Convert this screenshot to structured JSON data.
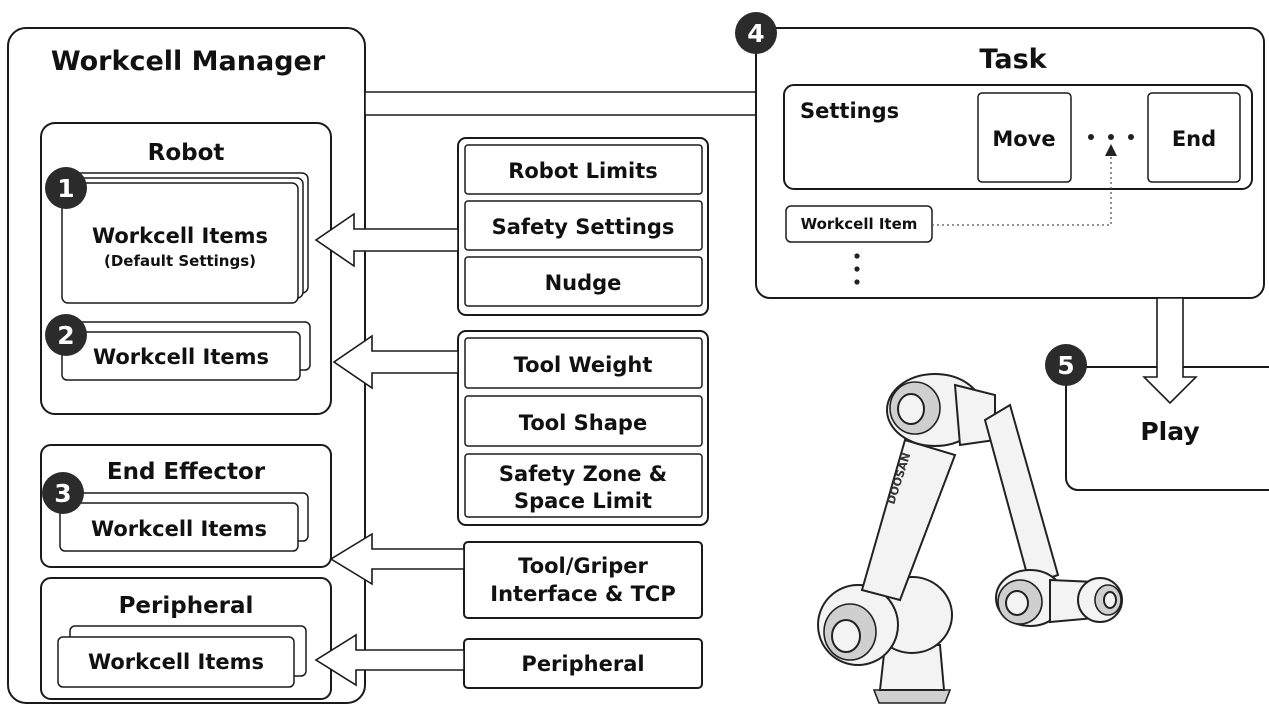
{
  "workcell_manager": {
    "title": "Workcell Manager",
    "robot_group": {
      "title": "Robot",
      "item1": {
        "badge": "1",
        "label": "Workcell Items",
        "sublabel": "(Default Settings)"
      },
      "item2": {
        "badge": "2",
        "label": "Workcell Items"
      }
    },
    "end_effector_group": {
      "title": "End Effector",
      "badge": "3",
      "label": "Workcell Items"
    },
    "peripheral_group": {
      "title": "Peripheral",
      "label": "Workcell Items"
    }
  },
  "settings_stack_1": [
    "Robot Limits",
    "Safety Settings",
    "Nudge"
  ],
  "settings_stack_2": [
    "Tool Weight",
    "Tool Shape",
    "Safety Zone &",
    "Space Limit"
  ],
  "tool_interface": [
    "Tool/Griper",
    "Interface & TCP"
  ],
  "peripheral_box": "Peripheral",
  "task": {
    "badge": "4",
    "title": "Task",
    "settings_label": "Settings",
    "move_label": "Move",
    "end_label": "End",
    "workcell_item_label": "Workcell Item"
  },
  "play": {
    "badge": "5",
    "label": "Play"
  },
  "robot_brand": "DOOSAN"
}
